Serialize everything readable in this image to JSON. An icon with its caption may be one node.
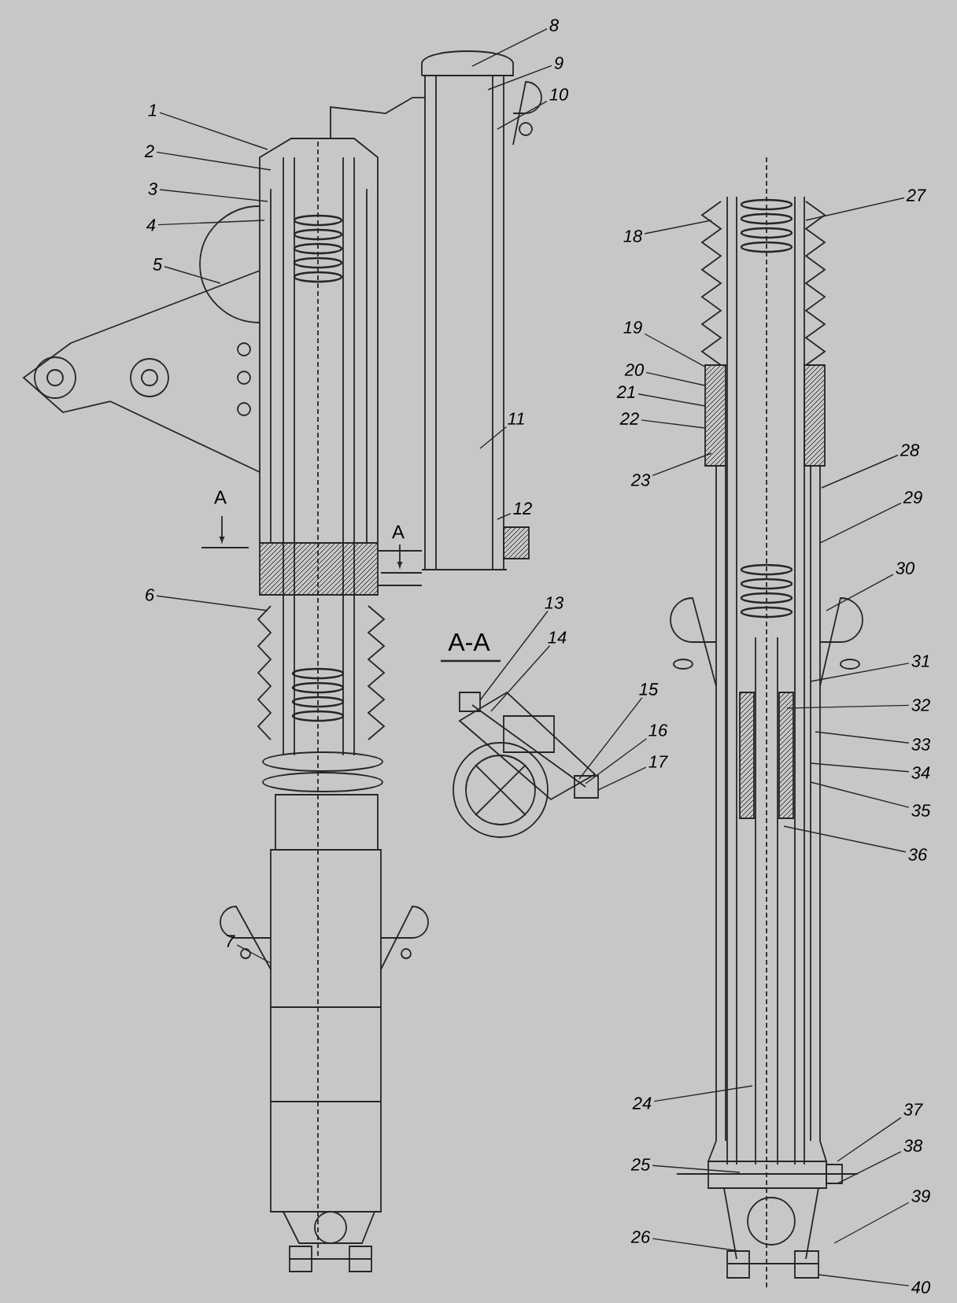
{
  "diagram": {
    "nodes": [
      {
        "text": [
          "1"
        ]
      },
      {
        "text": [
          "2"
        ]
      },
      {
        "text": [
          "3"
        ]
      },
      {
        "text": [
          "4"
        ]
      },
      {
        "text": [
          "5"
        ]
      },
      {
        "text": [
          "6"
        ]
      },
      {
        "text": [
          "7"
        ]
      },
      {
        "text": [
          "8"
        ]
      },
      {
        "text": [
          "9"
        ]
      },
      {
        "text": [
          "10"
        ]
      },
      {
        "text": [
          "11"
        ]
      },
      {
        "text": [
          "12"
        ]
      },
      {
        "text": [
          "13"
        ]
      },
      {
        "text": [
          "14"
        ]
      },
      {
        "text": [
          "15"
        ]
      },
      {
        "text": [
          "16"
        ]
      },
      {
        "text": [
          "17"
        ]
      },
      {
        "text": [
          "18"
        ]
      },
      {
        "text": [
          "19"
        ]
      },
      {
        "text": [
          "20"
        ]
      },
      {
        "text": [
          "21"
        ]
      },
      {
        "text": [
          "22"
        ]
      },
      {
        "text": [
          "23"
        ]
      },
      {
        "text": [
          "24"
        ]
      },
      {
        "text": [
          "25"
        ]
      },
      {
        "text": [
          "26"
        ]
      },
      {
        "text": [
          "27"
        ]
      },
      {
        "text": [
          "28"
        ]
      },
      {
        "text": [
          "29"
        ]
      },
      {
        "text": [
          "30"
        ]
      },
      {
        "text": [
          "31"
        ]
      },
      {
        "text": [
          "32"
        ]
      },
      {
        "text": [
          "33"
        ]
      },
      {
        "text": [
          "34"
        ]
      },
      {
        "text": [
          "35"
        ]
      },
      {
        "text": [
          "36"
        ]
      },
      {
        "text": [
          "37"
        ]
      },
      {
        "text": [
          "38"
        ]
      },
      {
        "text": [
          "39"
        ]
      },
      {
        "text": [
          "40"
        ]
      }
    ],
    "edges": [
      {
        "from": 0,
        "to": null,
        "arrow": "none"
      },
      {
        "from": 1,
        "to": null,
        "arrow": "none"
      },
      {
        "from": 2,
        "to": null,
        "arrow": "none"
      },
      {
        "from": 3,
        "to": null,
        "arrow": "none"
      },
      {
        "from": 4,
        "to": null,
        "arrow": "none"
      },
      {
        "from": 5,
        "to": null,
        "arrow": "none"
      },
      {
        "from": 6,
        "to": null,
        "arrow": "none"
      },
      {
        "from": 7,
        "to": null,
        "arrow": "none"
      },
      {
        "from": 8,
        "to": null,
        "arrow": "none"
      },
      {
        "from": 9,
        "to": null,
        "arrow": "none"
      },
      {
        "from": 10,
        "to": null,
        "arrow": "none"
      },
      {
        "from": 11,
        "to": null,
        "arrow": "none"
      },
      {
        "from": 12,
        "to": null,
        "arrow": "none"
      },
      {
        "from": 13,
        "to": null,
        "arrow": "none"
      },
      {
        "from": 14,
        "to": null,
        "arrow": "none"
      },
      {
        "from": 15,
        "to": null,
        "arrow": "none"
      },
      {
        "from": 16,
        "to": null,
        "arrow": "none"
      },
      {
        "from": 17,
        "to": null,
        "arrow": "none"
      },
      {
        "from": 18,
        "to": null,
        "arrow": "none"
      },
      {
        "from": 19,
        "to": null,
        "arrow": "none"
      },
      {
        "from": 20,
        "to": null,
        "arrow": "none"
      },
      {
        "from": 21,
        "to": null,
        "arrow": "none"
      },
      {
        "from": 22,
        "to": null,
        "arrow": "none"
      },
      {
        "from": 23,
        "to": null,
        "arrow": "none"
      },
      {
        "from": 24,
        "to": null,
        "arrow": "none"
      },
      {
        "from": 25,
        "to": null,
        "arrow": "none"
      },
      {
        "from": 26,
        "to": null,
        "arrow": "none"
      },
      {
        "from": 27,
        "to": null,
        "arrow": "none"
      },
      {
        "from": 28,
        "to": null,
        "arrow": "none"
      },
      {
        "from": 29,
        "to": null,
        "arrow": "none"
      },
      {
        "from": 30,
        "to": null,
        "arrow": "none"
      },
      {
        "from": 31,
        "to": null,
        "arrow": "none"
      },
      {
        "from": 32,
        "to": null,
        "arrow": "none"
      },
      {
        "from": 33,
        "to": null,
        "arrow": "none"
      },
      {
        "from": 34,
        "to": null,
        "arrow": "none"
      },
      {
        "from": 35,
        "to": null,
        "arrow": "none"
      },
      {
        "from": 36,
        "to": null,
        "arrow": "none"
      },
      {
        "from": 37,
        "to": null,
        "arrow": "none"
      },
      {
        "from": 38,
        "to": null,
        "arrow": "none"
      },
      {
        "from": 39,
        "to": null,
        "arrow": "none"
      }
    ],
    "labels": [
      "A",
      "A",
      "A-A"
    ]
  }
}
